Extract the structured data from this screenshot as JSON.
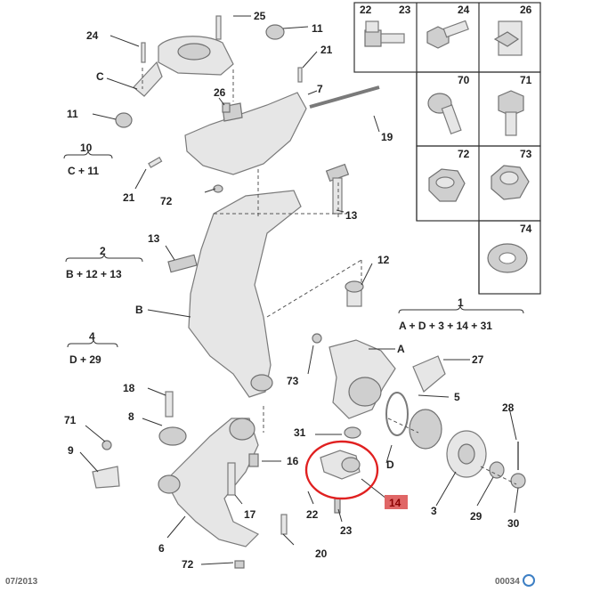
{
  "callouts": {
    "c25": "25",
    "c24": "24",
    "c11a": "11",
    "c21a": "21",
    "cC": "C",
    "c7": "7",
    "c26l": "26",
    "c11b": "11",
    "c19": "19",
    "c21b": "21",
    "c72a": "72",
    "c13a": "13",
    "c13b": "13",
    "cB": "B",
    "c12": "12",
    "cA": "A",
    "c27": "27",
    "c73": "73",
    "c5": "5",
    "c18": "18",
    "c8": "8",
    "c71": "71",
    "c9": "9",
    "c31": "31",
    "c16": "16",
    "c28": "28",
    "c22": "22",
    "c17": "17",
    "cD": "D",
    "c3": "3",
    "c29": "29",
    "c30": "30",
    "c6": "6",
    "c23": "23",
    "c20": "20",
    "c72b": "72",
    "c14": "14"
  },
  "formulas": {
    "f10_num": "10",
    "f10_expr": "C + 11",
    "f2_num": "2",
    "f2_expr": "B + 12 + 13",
    "f4_num": "4",
    "f4_expr": "D + 29",
    "f1_num": "1",
    "f1_expr": "A + D + 3 + 14 + 31"
  },
  "grid": {
    "g22": "22",
    "g23": "23",
    "g24": "24",
    "g26": "26",
    "g70": "70",
    "g71": "71",
    "g72": "72",
    "g73": "73",
    "g74": "74"
  },
  "footer": {
    "date": "07/2013",
    "ref": "00034"
  },
  "colors": {
    "highlight_circle": "#e02020",
    "highlight_label_bg": "#e06666",
    "parts_fill": "#e6e6e6",
    "outline": "#7a7a7a"
  }
}
